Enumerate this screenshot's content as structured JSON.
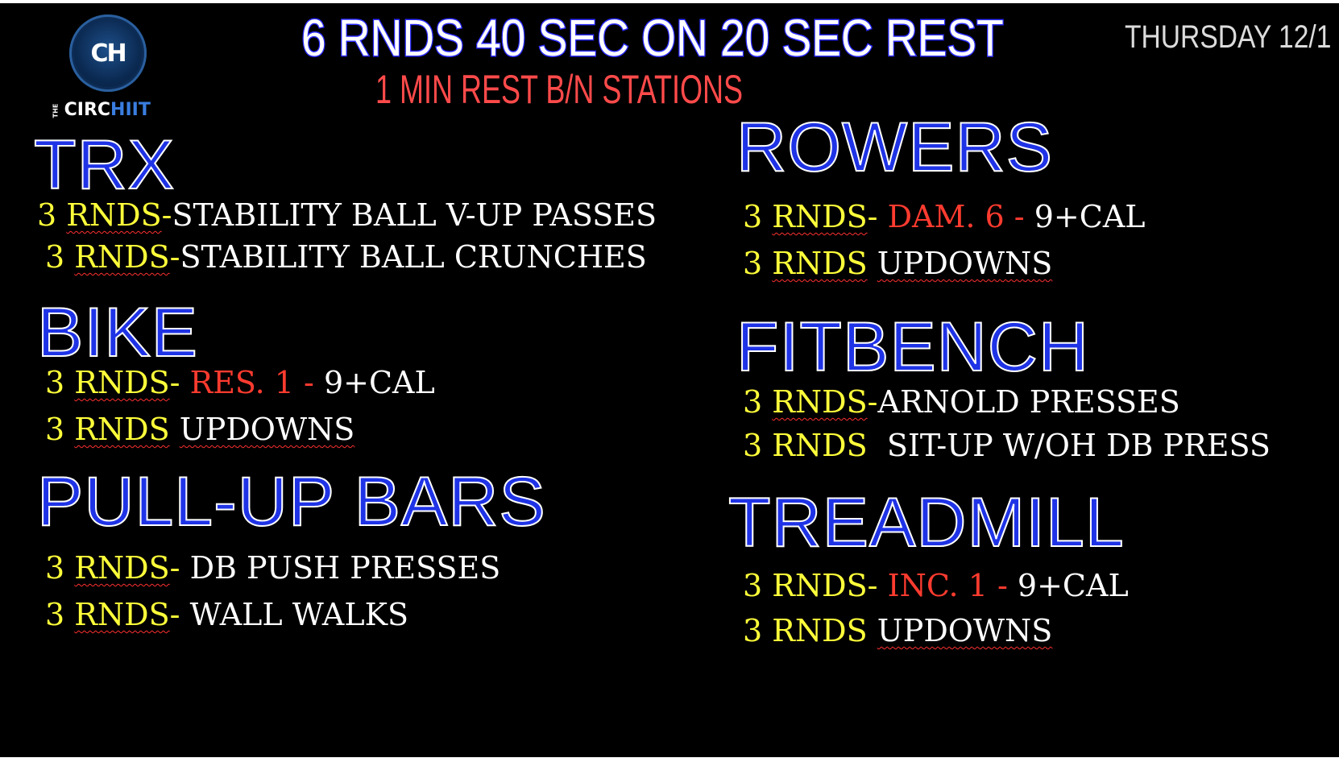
{
  "header": {
    "logo_monogram": "CH",
    "logo_the": "THE",
    "logo_circ": "CIRC",
    "logo_hiit": "HIIT",
    "title": "6 RNDS 40 SEC ON 20 SEC REST",
    "subtitle": "1 MIN REST B/N STATIONS",
    "date": "THURSDAY 12/1"
  },
  "colors": {
    "background": "#000000",
    "station_title": "#1f33e6",
    "rounds": "#ffff3a",
    "setting": "#ff3b2f",
    "exercise": "#ffffff",
    "subtitle": "#ff4a4a"
  },
  "stations": {
    "trx": {
      "title": "TRX",
      "lines": [
        {
          "count": "3",
          "word": "RNDS",
          "sep": "-",
          "setting": "",
          "exercise": "STABILITY BALL V-UP PASSES"
        },
        {
          "count": "3",
          "word": "RNDS",
          "sep": "-",
          "setting": "",
          "exercise": "STABILITY BALL CRUNCHES"
        }
      ]
    },
    "bike": {
      "title": "BIKE",
      "lines": [
        {
          "count": "3",
          "word": "RNDS",
          "sep": "- ",
          "setting": "RES. 1 - ",
          "exercise": "9+CAL"
        },
        {
          "count": "3",
          "word": "RNDS",
          "sep": " ",
          "setting": "",
          "exercise": "UPDOWNS"
        }
      ]
    },
    "pullup": {
      "title": "PULL-UP BARS",
      "lines": [
        {
          "count": "3",
          "word": "RNDS",
          "sep": "- ",
          "setting": "",
          "exercise": "DB PUSH PRESSES"
        },
        {
          "count": "3",
          "word": "RNDS",
          "sep": "- ",
          "setting": "",
          "exercise": "WALL WALKS"
        }
      ]
    },
    "rowers": {
      "title": "ROWERS",
      "lines": [
        {
          "count": "3",
          "word": "RNDS",
          "sep": "- ",
          "setting": "DAM. 6 - ",
          "exercise": "9+CAL"
        },
        {
          "count": "3",
          "word": "RNDS",
          "sep": " ",
          "setting": "",
          "exercise": "UPDOWNS"
        }
      ]
    },
    "fitbench": {
      "title": "FITBENCH",
      "lines": [
        {
          "count": "3",
          "word": "RNDS",
          "sep": "-",
          "setting": "",
          "exercise": "ARNOLD PRESSES"
        },
        {
          "count": "3",
          "word": "RNDS",
          "sep": "  ",
          "setting": "",
          "exercise": "SIT-UP W/OH DB PRESS"
        }
      ]
    },
    "treadmill": {
      "title": "TREADMILL",
      "lines": [
        {
          "count": "3",
          "word": "RNDS",
          "sep": "- ",
          "setting": "INC. 1 - ",
          "exercise": "9+CAL"
        },
        {
          "count": "3",
          "word": "RNDS",
          "sep": " ",
          "setting": "",
          "exercise": "UPDOWNS"
        }
      ]
    }
  }
}
